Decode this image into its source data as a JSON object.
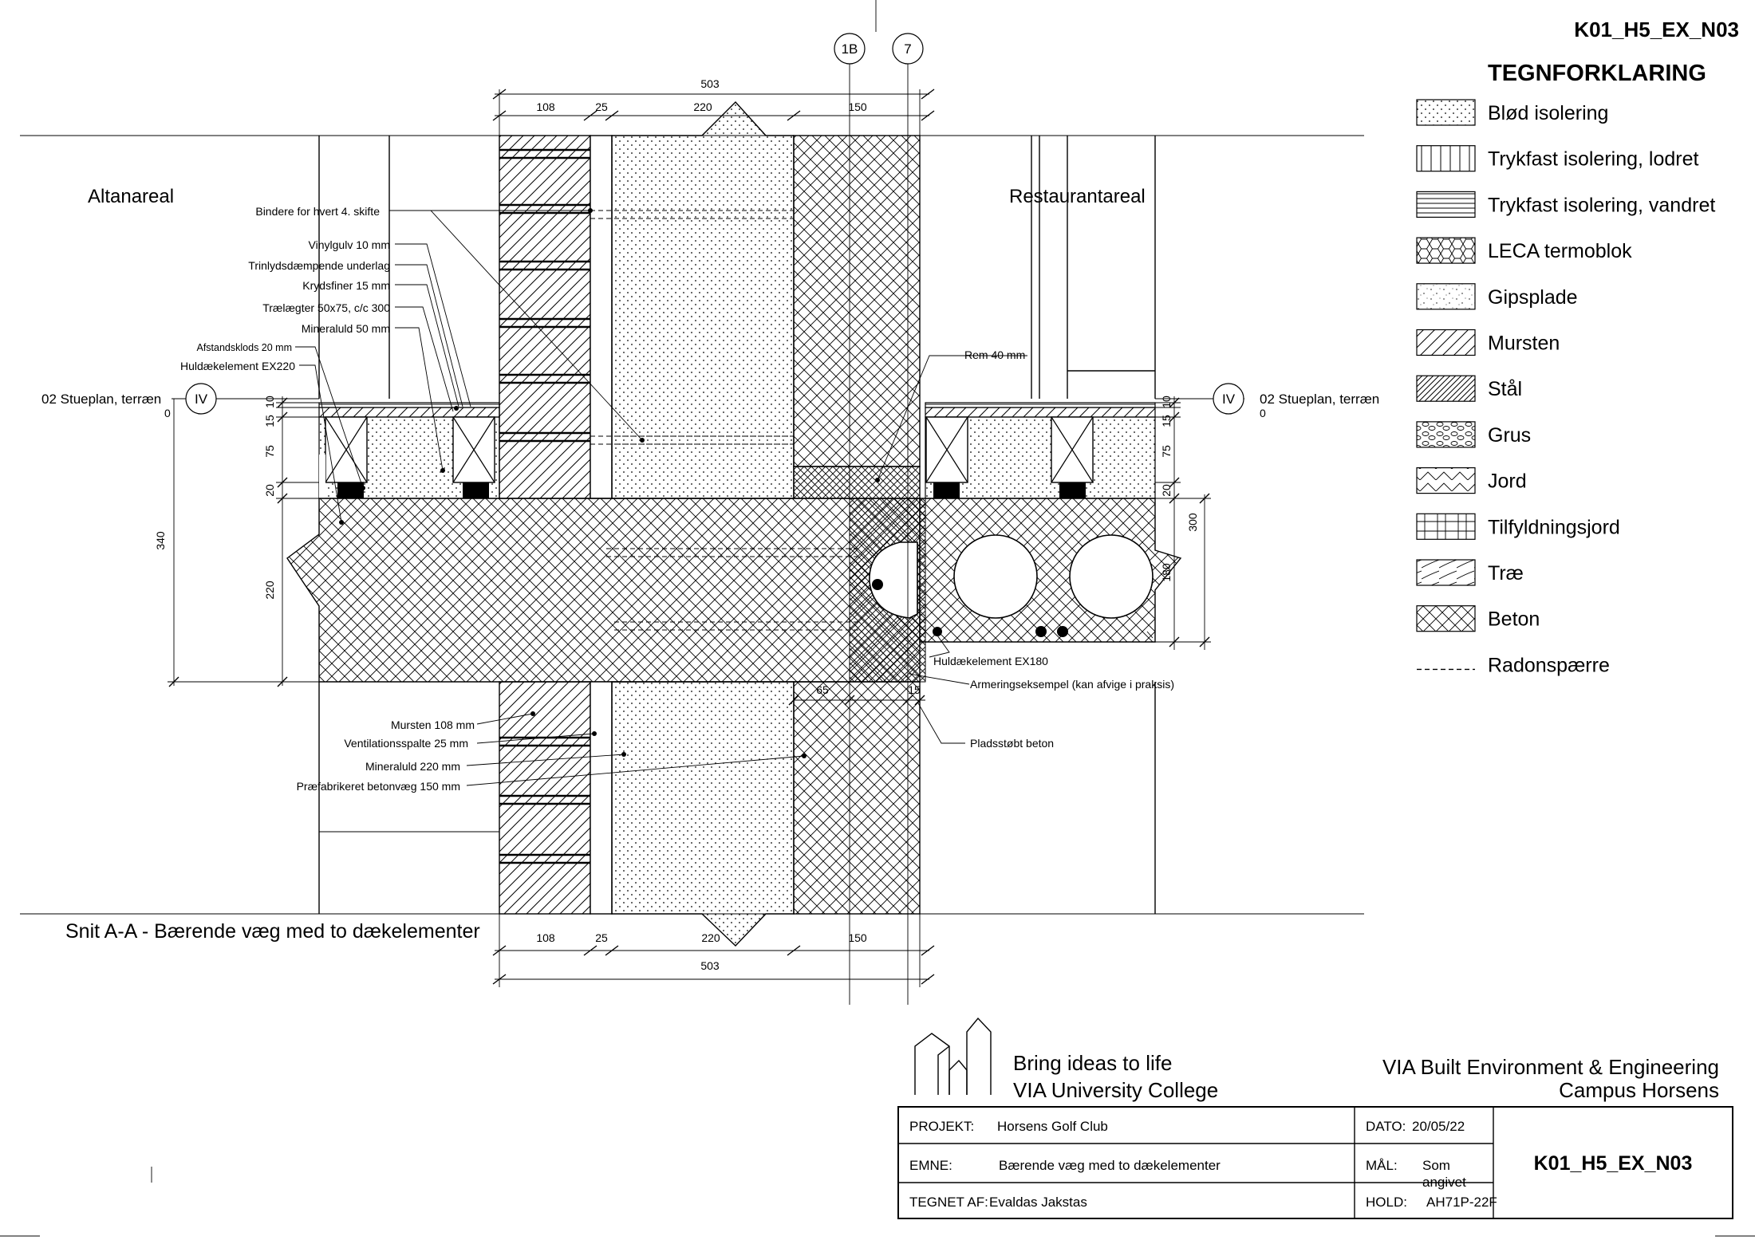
{
  "sheet": {
    "code_top": "K01_H5_EX_N03",
    "section_title": "Snit A-A - Bærende væg med to dækelementer"
  },
  "rooms": {
    "left": "Altanareal",
    "right": "Restaurantareal"
  },
  "grid_markers": {
    "a": "1B",
    "b": "7",
    "level_left": "IV",
    "level_right": "IV"
  },
  "levels": {
    "left": {
      "name": "02 Stueplan, terræn",
      "value": "0"
    },
    "right": {
      "name": "02 Stueplan, terræn",
      "value": "0"
    }
  },
  "dimensions": {
    "top_total": "503",
    "top_parts": [
      "108",
      "25",
      "220",
      "150"
    ],
    "bottom_parts": [
      "108",
      "25",
      "220",
      "150"
    ],
    "bottom_total": "503",
    "left_vertical": {
      "total": "340",
      "parts": [
        "10",
        "15",
        "75",
        "20",
        "220"
      ]
    },
    "right_vertical": {
      "total": "300",
      "parts": [
        "10",
        "15",
        "75",
        "20",
        "180"
      ]
    },
    "col_small": [
      "65",
      "15"
    ]
  },
  "labels_left_top": [
    "Bindere for hvert 4. skifte",
    "Vinylgulv 10 mm",
    "Trinlydsdæmpende underlag",
    "Krydsfiner 15 mm",
    "Trælægter 50x75, c/c 300",
    "Mineraluld 50 mm",
    "Afstandsklods 20 mm",
    "Huldækelement EX220"
  ],
  "labels_left_bottom": [
    "Mursten 108 mm",
    "Ventilationsspalte 25 mm",
    "Mineraluld 220 mm",
    "Præfabrikeret betonvæg 150 mm"
  ],
  "labels_right": {
    "rem": "Rem 40 mm",
    "huld": "Huldækelement EX180",
    "arm": "Armeringseksempel (kan afvige i praksis)",
    "plads": "Pladsstøbt beton"
  },
  "legend": {
    "title": "TEGNFORKLARING",
    "items": [
      {
        "label": "Blød isolering",
        "pattern": "dots"
      },
      {
        "label": "Trykfast isolering, lodret",
        "pattern": "vlines"
      },
      {
        "label": "Trykfast isolering, vandret",
        "pattern": "hlines"
      },
      {
        "label": "LECA termoblok",
        "pattern": "hex"
      },
      {
        "label": "Gipsplade",
        "pattern": "speck"
      },
      {
        "label": "Mursten",
        "pattern": "diag"
      },
      {
        "label": "Stål",
        "pattern": "diagdense"
      },
      {
        "label": "Grus",
        "pattern": "gravel"
      },
      {
        "label": "Jord",
        "pattern": "zigzag"
      },
      {
        "label": "Tilfyldningsjord",
        "pattern": "fill"
      },
      {
        "label": "Træ",
        "pattern": "wood"
      },
      {
        "label": "Beton",
        "pattern": "cross"
      },
      {
        "label": "Radonspærre",
        "pattern": "dash"
      }
    ]
  },
  "title_block": {
    "slogan_1": "Bring ideas to life",
    "slogan_2": "VIA University College",
    "org_1": "VIA Built Environment & Engineering",
    "org_2": "Campus Horsens",
    "projekt_label": "PROJEKT:",
    "projekt_value": "Horsens Golf Club",
    "emne_label": "EMNE:",
    "emne_value": "Bærende væg med to dækelementer",
    "tegnet_label": "TEGNET AF:",
    "tegnet_value": "Evaldas Jakstas",
    "dato_label": "DATO:",
    "dato_value": "20/05/22",
    "maal_label": "MÅL:",
    "maal_value_1": "Som",
    "maal_value_2": "angivet",
    "hold_label": "HOLD:",
    "hold_value": "AH71P-22F",
    "code": "K01_H5_EX_N03"
  }
}
